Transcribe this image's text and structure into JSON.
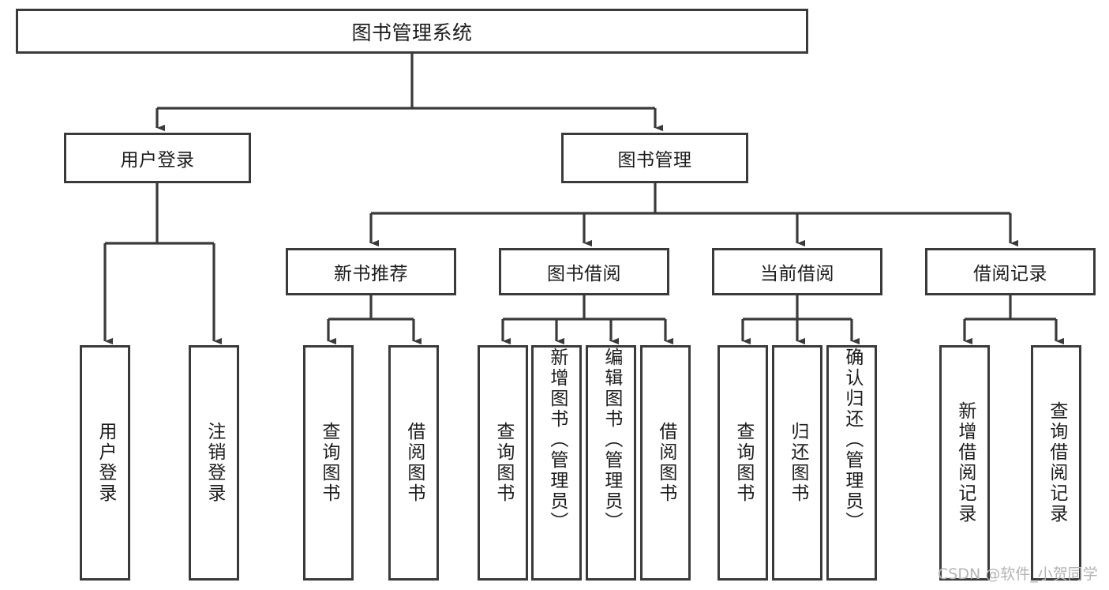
{
  "diagram": {
    "title": "图书管理系统",
    "type": "tree",
    "watermark": "CSDN @软件_小贺同学",
    "colors": {
      "stroke": "#3a3a3a",
      "text": "#1c1c1c",
      "background": "#ffffff",
      "watermark": "#b4b4b4"
    },
    "root": {
      "label": "图书管理系统"
    },
    "level2": [
      {
        "label": "用户登录"
      },
      {
        "label": "图书管理"
      }
    ],
    "level3": [
      {
        "label": "新书推荐"
      },
      {
        "label": "图书借阅"
      },
      {
        "label": "当前借阅"
      },
      {
        "label": "借阅记录"
      }
    ],
    "leaves": {
      "user_login": [
        {
          "label": "用户登录"
        },
        {
          "label": "注销登录"
        }
      ],
      "new_book": [
        {
          "label": "查询图书"
        },
        {
          "label": "借阅图书"
        }
      ],
      "book_borrow": [
        {
          "label": "查询图书"
        },
        {
          "label": "新增图书（管理员）"
        },
        {
          "label": "编辑图书（管理员）"
        },
        {
          "label": "借阅图书"
        }
      ],
      "current_borrow": [
        {
          "label": "查询图书"
        },
        {
          "label": "归还图书"
        },
        {
          "label": "确认归还（管理员）"
        }
      ],
      "borrow_record": [
        {
          "label": "新增借阅记录"
        },
        {
          "label": "查询借阅记录"
        }
      ]
    }
  }
}
